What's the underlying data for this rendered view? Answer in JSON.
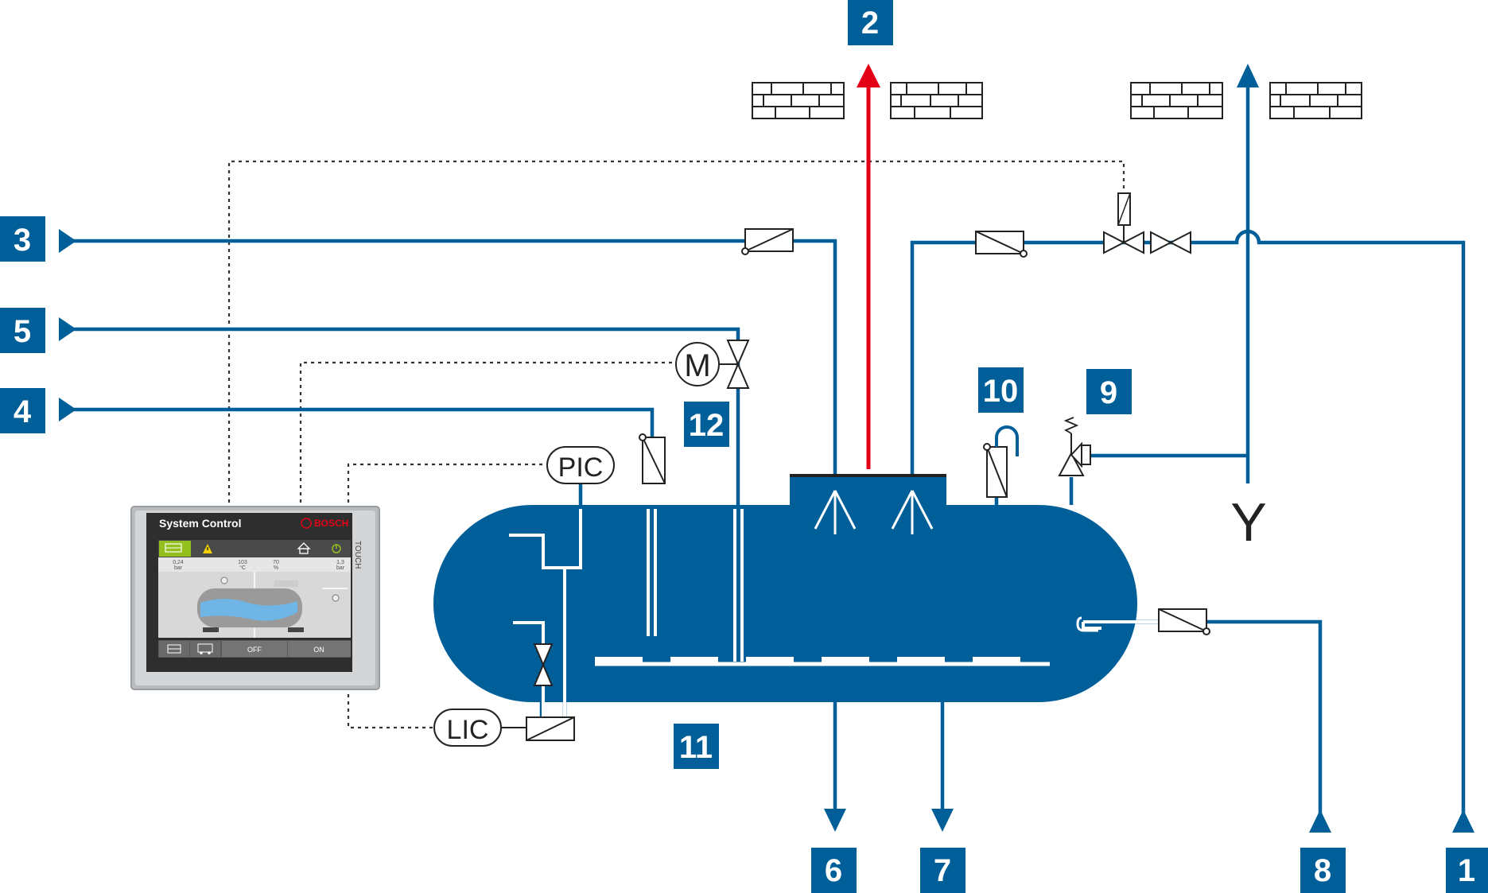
{
  "colors": {
    "pipe": "#005f99",
    "steam_out": "#e30016",
    "signal": "#333333",
    "badge": "#005f99",
    "hmi_frame": "#b9bcbf",
    "hmi_screen": "#3a3a3a",
    "hmi_accent": "#93c01f"
  },
  "labels": {
    "n1": "1",
    "n2": "2",
    "n3": "3",
    "n4": "4",
    "n5": "5",
    "n6": "6",
    "n7": "7",
    "n8": "8",
    "n9": "9",
    "n10": "10",
    "n11": "11",
    "n12": "12"
  },
  "instruments": {
    "pic": "PIC",
    "lic": "LIC",
    "motor": "M",
    "y_symbol": "Y"
  },
  "hmi": {
    "title": "System Control",
    "brand": "BOSCH",
    "side_text": "TOUCH",
    "readings": [
      {
        "value": "0,24",
        "unit": "bar"
      },
      {
        "value": "103",
        "unit": "°C"
      },
      {
        "value": "70",
        "unit": "%"
      },
      {
        "value": "1,3",
        "unit": "bar"
      }
    ],
    "buttons": {
      "off": "OFF",
      "on": "ON"
    },
    "icons": [
      "boiler-icon",
      "warning-icon",
      "home-icon",
      "power-icon",
      "table-icon",
      "truck-icon"
    ]
  }
}
